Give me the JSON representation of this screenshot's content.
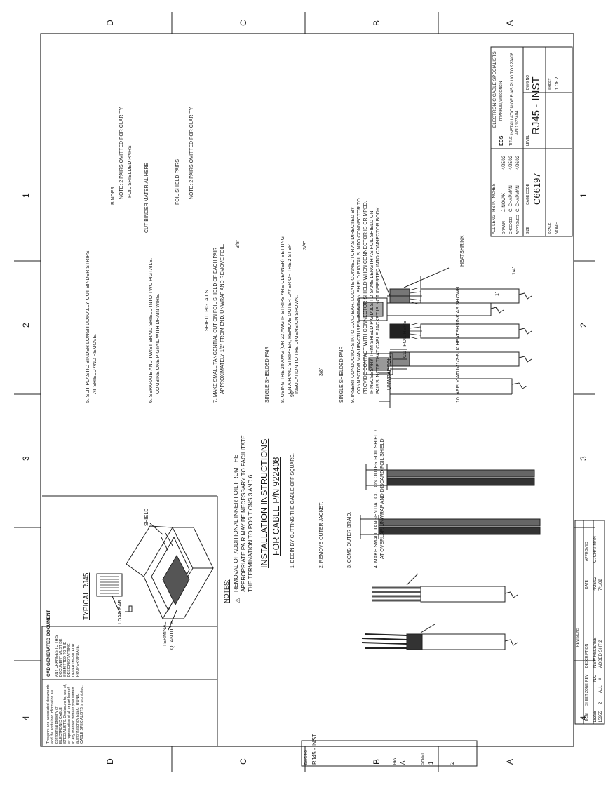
{
  "frame": {
    "zones_top": [
      "4",
      "3",
      "2",
      "1"
    ],
    "zones_bottom": [
      "4",
      "3",
      "2",
      "1"
    ],
    "zones_left": [
      "A",
      "B",
      "C",
      "D"
    ],
    "zones_right": [
      "A",
      "B",
      "C",
      "D"
    ]
  },
  "proprietary": {
    "text": "This print and associated documents and the contained information are confidential property of ELECTRONIC CABLE SPECIALISTS. Disclosure to, use of, or reproduction of all or part hereof, in any manner, without prior written authorization by ELECTRONIC CABLE SPECIALISTS is prohibited."
  },
  "cad_notice": {
    "title": "CAD GENERATED DOCUMENT",
    "text": "ANY CHANGES TO THIS DOCUMENT MUST BE SUBMITTED TO THE DESIGN/DRAFTING DEPARTMENT FOR PROPER UPDATE."
  },
  "typical": {
    "title": "TYPICAL RJ45",
    "load_bar": "LOAD BAR",
    "shield": "SHIELD",
    "terminal": "TERMINAL",
    "quantity": "QUANTITY 8"
  },
  "notes": {
    "heading": "NOTES:",
    "note1": "REMOVAL OF ADDITIONAL INNER FOIL FROM THE APPROPRIATE PAIR MAY BE NECESSARY TO FACILITATE THE TERMINATION TO POSITIONS 3 AND 6."
  },
  "install": {
    "title1": "INSTALLATION INSTRUCTIONS",
    "title2": "FOR CABLE P/N 922408"
  },
  "steps": {
    "s1": "1.  BEGIN BY CUTTING THE CABLE OFF SQUARE.",
    "s1_dim": "90°",
    "s2": "2.  REMOVE OUTER JACKET.",
    "s2_dim": "3/8\"",
    "s3": "3.  COMB OUTER BRAID.",
    "s4a": "4.  MAKE SMALL TANGENTIAL CUT ON OUTER FOIL SHIELD",
    "s4b": "AT OVERLAP. UNWRAP AND DISCARD FOIL SHIELD.",
    "s4_unwrap": "UNWRAP FOIL",
    "s4_cut": "CUT FOIL HERE",
    "s5a": "5.  SLIT PLASTIC BINDER LONGITUDINALLY. CUT BINDER STRIPS",
    "s5b": "AT SHIELD AND REMOVE.",
    "s5_binder": "BINDER",
    "s5_note": "NOTE: 2 PAIRS OMITTED FOR CLARITY",
    "s5_foil": "FOIL SHIELDED PAIRS",
    "s5_cut": "CUT BINDER MATERIAL HERE",
    "s6a": "6.  SEPARATE AND TWIST BRAID SHIELD INTO TWO PIGTAILS.",
    "s6b": "COMBINE ONE PIGTAIL WITH DRAIN WIRE.",
    "s6_foil": "FOIL SHIELD PAIRS",
    "s6_note": "NOTE: 2 PAIRS OMITTED FOR CLARITY",
    "s6_pigtails": "SHIELD PIGTAILS",
    "s7a": "7.  MAKE SMALL TANGENTIAL CUT ON FOIL SHIELD OF EACH PAIR",
    "s7b": "APPROXIMATELY 1/2\" FROM END. UNWRAP AND REMOVE FOIL.",
    "s7_dim": "3/8\"",
    "s7_pair": "SINGLE SHIELDED PAIR",
    "s8a": "8.  USING THE 20 AWG (OR 22 AWG IF STRIPS ARE CLEANER) SETTING",
    "s8b": "ON A HAND STRIPPER, REMOVE OUTER LAYER OF THE 2 STEP",
    "s8c": "INSULATION TO THE DIMENSION SHOWN.",
    "s8_dim": "3/8\"",
    "s8_pair": "SINGLE SHIELDED PAIR",
    "s9a": "9.  INSERT CONDUCTORS INTO LOAD BAR. LOCATE CONNECTOR AS DIRECTED BY",
    "s9b": "CONNECTOR MANUFACTURER. POSITION SHIELD PIGTAILS INTO CONNECTOR TO",
    "s9c": "PROVIDE CONTACT WITH CONNECTOR SHIELD WHEN CONNECTOR IS CRIMPED.",
    "s9d": "IF NECESSARY TRIM SHIELD PIGTAILS TO SAME LENGTH AS FOIL SHIELD ON",
    "s9e": "PAIRS. NOTE THAT CABLE JACKET IS NOT INSERTED INTO CONNECTOR BODY.",
    "s10": "10.  APPLY ATUM1/2-BLK HEATSHRINK AS SHOWN.",
    "s10_heat": "HEATSHRINK",
    "s10_dim1": "1\"",
    "s10_dim2": "1/4\""
  },
  "revisions": {
    "title": "REVISIONS",
    "headers": [
      "ECN",
      "SHEET",
      "ZONE",
      "REV",
      "DESCRIPTION",
      "DATE",
      "APPROVED"
    ],
    "rows": [
      [
        "15365",
        "-",
        "-",
        "N/C",
        "NEW RELEASE",
        "4/25/02",
        "C. CHAPMAN"
      ],
      [
        "15955",
        "2",
        "ALL",
        "A",
        "ADDED SHT 2",
        "7/1/02",
        ""
      ]
    ]
  },
  "dwg_stamp": {
    "dwg_no_label": "DWG NO",
    "dwg_no": "RJ45 - INST",
    "rev_label": "REV",
    "rev": "A",
    "sheet_label": "SHEET",
    "sheet": "1",
    "of": "2"
  },
  "title_block": {
    "lengths": "ALL LENGTHS IN INCHES",
    "company": "ELECTRONIC CABLE SPECIALISTS",
    "company_sub": "FRANKLIN, WISCONSIN",
    "ecs": "ECS",
    "title_label": "TITLE",
    "title": "INSTALLATION OF RJ45 PLUG TO 922408 AND 922404",
    "drawn_label": "DRAWN",
    "drawn": "J. NOVAK",
    "drawn_date": "4/25/02",
    "checked_label": "CHECKED",
    "checked": "C. CHAPMAN",
    "checked_date": "4/25/02",
    "approved_label": "APPROVED",
    "approved": "C. CHAPMAN",
    "approved_date": "4/26/02",
    "size_label": "SIZE",
    "cage_label": "CAGE CODE",
    "cage": "C66197",
    "level_label": "LEVEL",
    "dwg_label": "DWG NO",
    "dwg": "RJ45 - INST",
    "scale_label": "SCALE",
    "scale": "NONE",
    "sheet_label": "SHEET",
    "sheet": "1 OF 2"
  }
}
